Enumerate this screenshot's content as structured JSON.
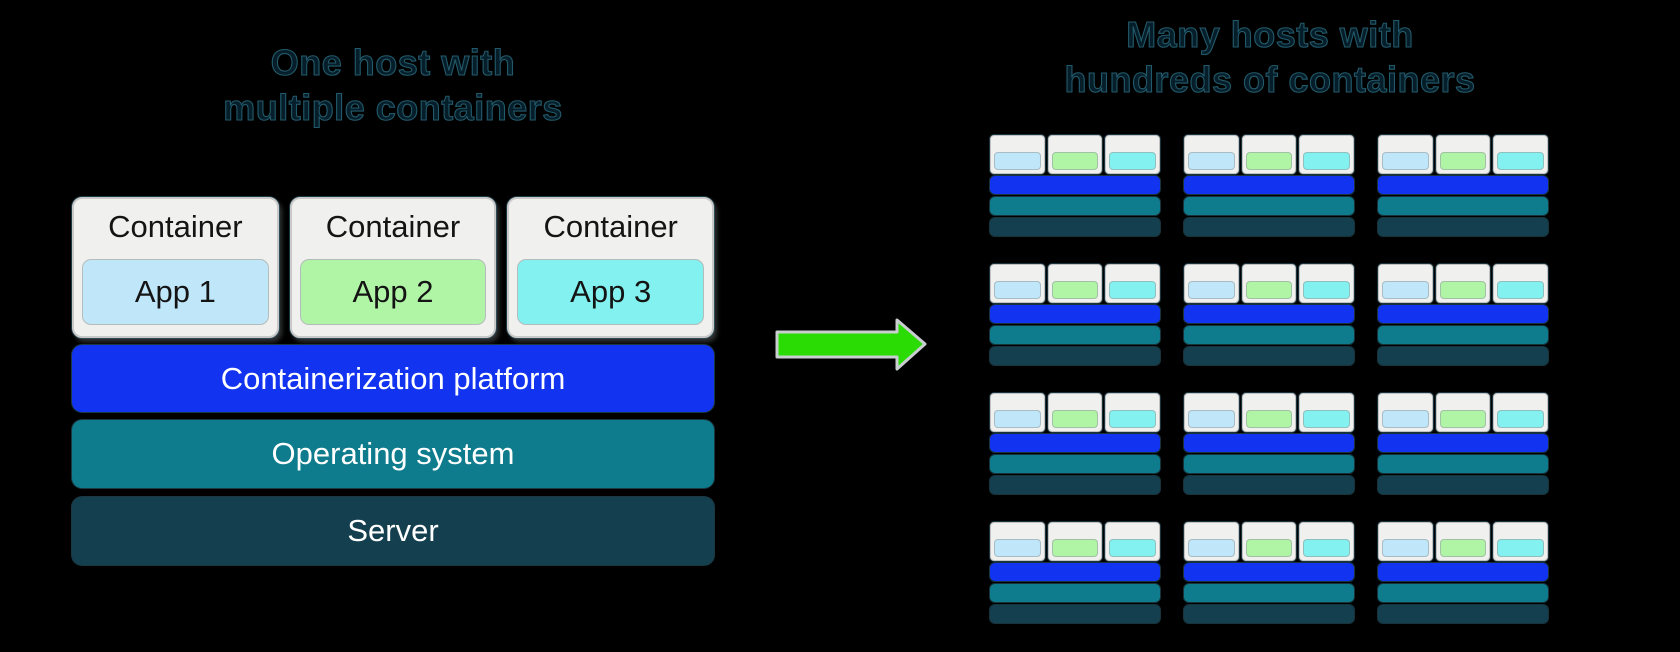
{
  "background": "#000000",
  "left": {
    "title_lines": [
      "One host with",
      "multiple containers"
    ],
    "containers": [
      {
        "label": "Container",
        "app": "App 1",
        "color": "#c0e6fa"
      },
      {
        "label": "Container",
        "app": "App 2",
        "color": "#b0f5a6"
      },
      {
        "label": "Container",
        "app": "App 3",
        "color": "#82f1ef"
      }
    ],
    "layers": [
      {
        "label": "Containerization platform",
        "color": "#1233f0"
      },
      {
        "label": "Operating system",
        "color": "#0e7c8c"
      },
      {
        "label": "Server",
        "color": "#133f4e"
      }
    ]
  },
  "arrow": {
    "direction": "right",
    "fill": "#2bdb04",
    "outline": "#c9cfd1"
  },
  "right": {
    "title_lines": [
      "Many hosts with",
      "hundreds of containers"
    ],
    "grid": {
      "rows": 4,
      "cols": 3
    },
    "host": {
      "app_colors": [
        "#c0e6fa",
        "#b0f5a6",
        "#82f1ef"
      ],
      "layer_colors": [
        "#1233f0",
        "#0e7c8c",
        "#133f4e"
      ],
      "container_color": "#f0f0ee"
    }
  },
  "colors": {
    "title_text": "#051e29",
    "title_edge": "#235a6b",
    "container_box": "#f0f0ee",
    "bar_text": "#ffffff"
  }
}
